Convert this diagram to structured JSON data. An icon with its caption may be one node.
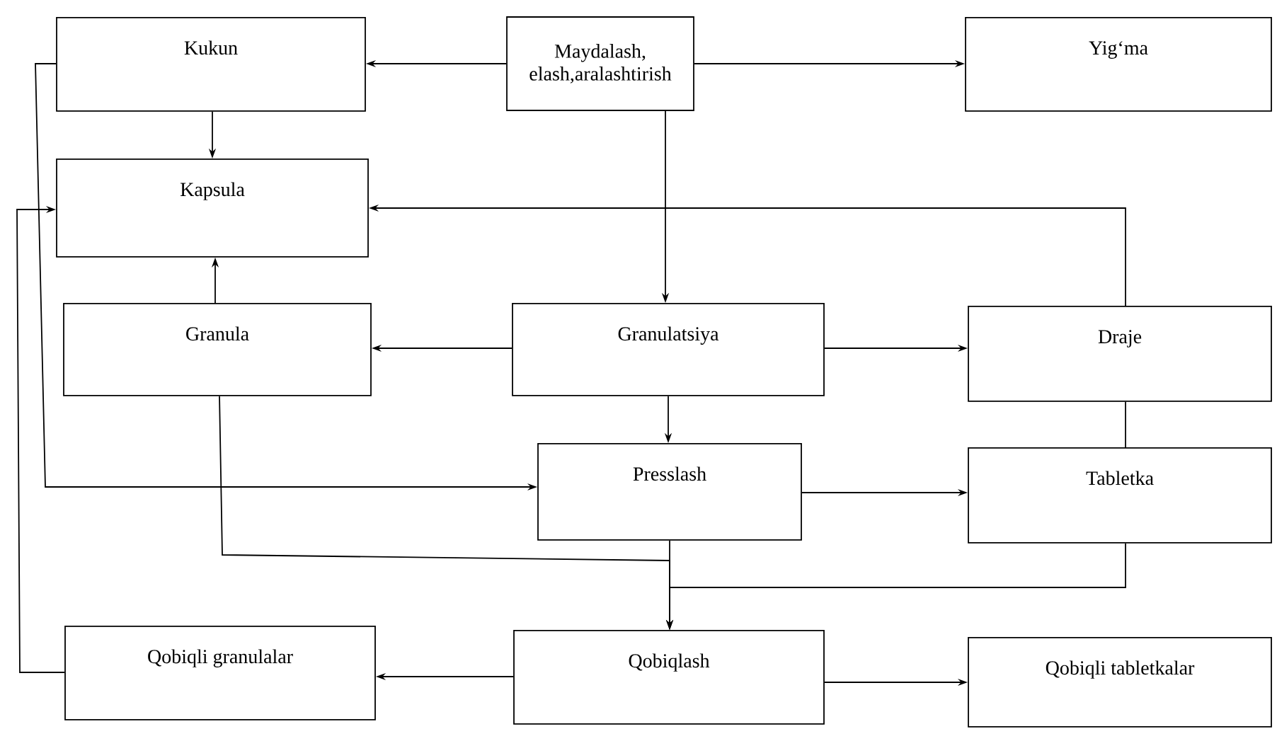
{
  "diagram": {
    "nodes": [
      {
        "text": [
          "Kukun"
        ]
      },
      {
        "text": [
          "Maydalash, elash,aralashtirish"
        ]
      },
      {
        "text": [
          "Yig‘ma"
        ]
      },
      {
        "text": [
          "Kapsula"
        ]
      },
      {
        "text": [
          "Granula"
        ]
      },
      {
        "text": [
          "Granulatsiya"
        ]
      },
      {
        "text": [
          "Draje"
        ]
      },
      {
        "text": [
          "Presslash"
        ]
      },
      {
        "text": [
          "Tabletka"
        ]
      },
      {
        "text": [
          "Qobiqlash"
        ]
      },
      {
        "text": [
          "Qobiqli granulalar"
        ]
      },
      {
        "text": [
          "Qobiqli tabletkalar"
        ]
      }
    ],
    "edges": [
      {
        "from": 1,
        "to": 0,
        "arrow": "to"
      },
      {
        "from": 1,
        "to": 2,
        "arrow": "to"
      },
      {
        "from": 0,
        "to": 3,
        "arrow": "to"
      },
      {
        "from": 4,
        "to": 3,
        "arrow": "to"
      },
      {
        "from": 1,
        "to": 5,
        "arrow": "to"
      },
      {
        "from": 5,
        "to": 4,
        "arrow": "to"
      },
      {
        "from": 5,
        "to": 6,
        "arrow": "to"
      },
      {
        "from": 6,
        "to": 3,
        "arrow": "to"
      },
      {
        "from": 5,
        "to": 7,
        "arrow": "to"
      },
      {
        "from": 0,
        "to": 7,
        "arrow": "to"
      },
      {
        "from": 7,
        "to": 8,
        "arrow": "to"
      },
      {
        "from": 6,
        "to": 8,
        "arrow": "none"
      },
      {
        "from": 4,
        "to": 9,
        "arrow": "to"
      },
      {
        "from": 7,
        "to": 9,
        "arrow": "to"
      },
      {
        "from": 8,
        "to": 9,
        "arrow": "to"
      },
      {
        "from": 9,
        "to": 10,
        "arrow": "to"
      },
      {
        "from": 9,
        "to": 11,
        "arrow": "to"
      },
      {
        "from": 10,
        "to": 3,
        "arrow": "to"
      }
    ]
  }
}
